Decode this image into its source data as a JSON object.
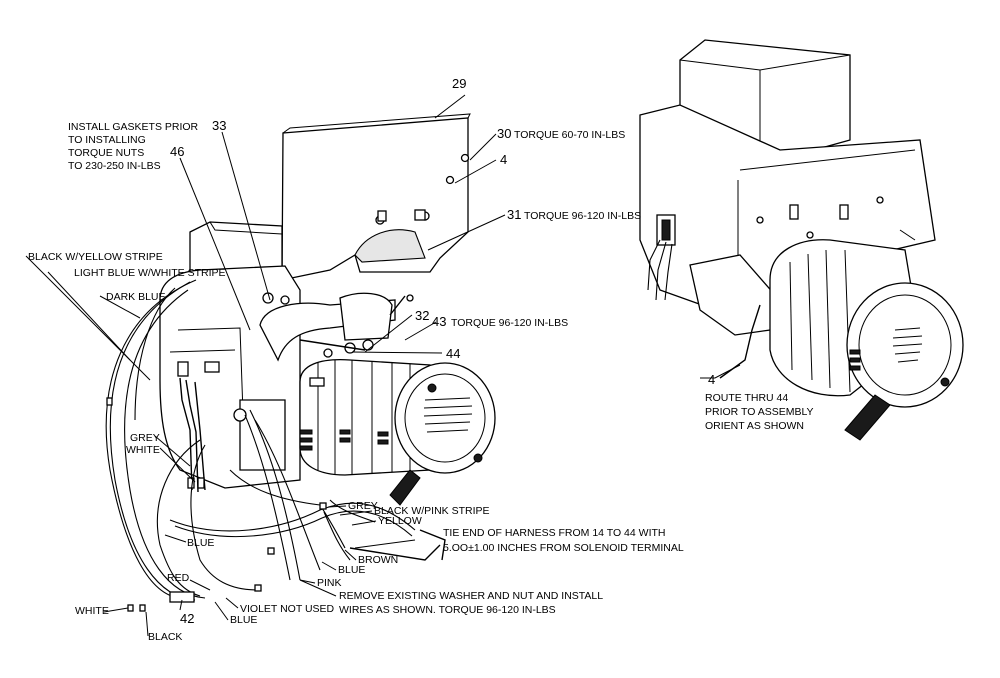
{
  "callouts": {
    "n29": "29",
    "n30": "30",
    "t30": "TORQUE 60-70 IN-LBS",
    "n4_top": "4",
    "n31": "31",
    "t31": "TORQUE 96-120 IN-LBS",
    "n33": "33",
    "n46": "46",
    "n32": "32",
    "n43": "43",
    "t43": "TORQUE 96-120 IN-LBS",
    "n44": "44",
    "n42": "42",
    "n4_right": "4",
    "gasket_note": [
      "INSTALL GASKETS PRIOR",
      "TO INSTALLING",
      "TORQUE NUTS",
      "TO 230-250 IN-LBS"
    ],
    "route_note": [
      "ROUTE THRU 44",
      "PRIOR TO ASSEMBLY",
      "ORIENT AS SHOWN"
    ],
    "tie_note": [
      "TIE END OF HARNESS FROM 14 TO 44  WITH",
      "5.OO±1.00 INCHES FROM SOLENOID TERMINAL"
    ],
    "washer_note": [
      "REMOVE EXISTING WASHER AND NUT AND INSTALL",
      "WIRES AS SHOWN. TORQUE 96-120 IN-LBS"
    ]
  },
  "wires": {
    "black_yellow": "BLACK W/YELLOW STRIPE",
    "light_blue_white": "LIGHT BLUE W/WHITE STRIPE",
    "dark_blue": "DARK BLUE",
    "grey_left": "GREY",
    "white_left": "WHITE",
    "grey_right": "GREY",
    "black_pink": "BLACK W/PINK STRIPE",
    "yellow": "YELLOW",
    "blue_mid": "BLUE",
    "brown": "BROWN",
    "blue_right": "BLUE",
    "pink": "PINK",
    "red": "RED",
    "violet": "VIOLET NOT USED",
    "blue_bottom": "BLUE",
    "white_bottom": "WHITE",
    "black_bottom": "BLACK"
  }
}
